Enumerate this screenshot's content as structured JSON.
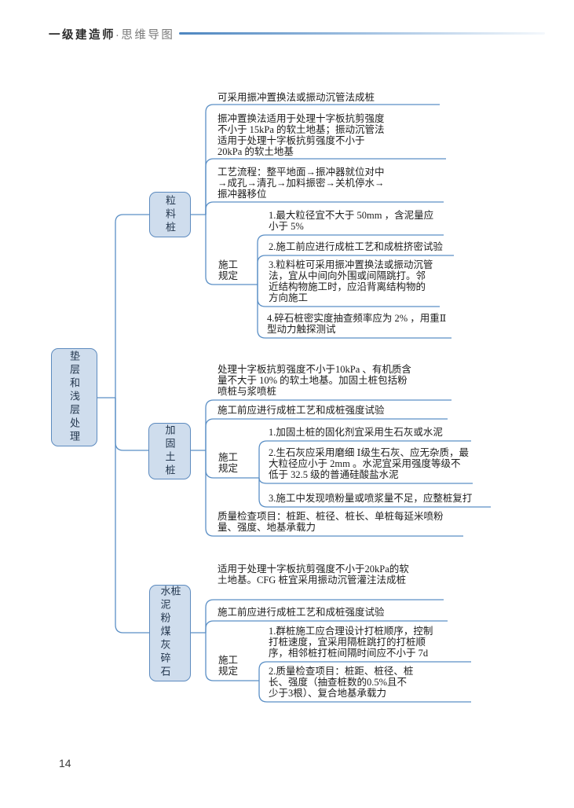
{
  "header": {
    "title_main": "一级建造师",
    "title_sub": "·思维导图"
  },
  "footer": {
    "page_number": "14"
  },
  "colors": {
    "node_fill": "#cfdded",
    "node_border": "#5d8bbf",
    "connector_line": "#5b8fc5",
    "header_rule": "#4d86c0",
    "text": "#1c1c1c"
  },
  "mindmap": {
    "root": "垫层和浅层处理",
    "branches": [
      {
        "label": "粒料桩",
        "notes": [
          "可采用振冲置换法或振动沉管法成桩",
          "振冲置换法适用于处理十字板抗剪强度不小于 15kPa 的软土地基；振动沉管法适用于处理十字板抗剪强度不小于 20kPa 的软土地基",
          "工艺流程：整平地面→振冲器就位对中→成孔→清孔→加料振密→关机停水→振冲器移位"
        ],
        "rules_label": "施工规定",
        "rules": [
          "1.最大粒径宜不大于 50mm ，含泥量应小于 5%",
          "2.施工前应进行成桩工艺和成桩挤密试验",
          "3.粒料桩可采用振冲置换法或振动沉管法，宜从中间向外围或间隔跳打。邻近结构物施工时，应沿背离结构物的方向施工",
          "4.碎石桩密实度抽查频率应为 2% ，用重Ⅱ型动力触探测试"
        ]
      },
      {
        "label": "加固土桩",
        "notes": [
          "处理十字板抗剪强度不小于10kPa 、有机质含量不大于 10% 的软土地基。加固土桩包括粉喷桩与浆喷桩",
          "施工前应进行成桩工艺和成桩强度试验"
        ],
        "rules_label": "施工规定",
        "rules": [
          "1.加固土桩的固化剂宜采用生石灰或水泥",
          "2.生石灰应采用磨细 Ⅰ级生石灰、应无杂质，最大粒径应小于 2mm 。水泥宜采用强度等级不低于 32.5 级的普通硅酸盐水泥",
          "3.施工中发现喷粉量或喷浆量不足，应整桩复打"
        ],
        "quality_note": "质量检查项目：桩距、桩径、桩长、单桩每延米喷粉量、强度、地基承载力"
      },
      {
        "label": "水泥粉煤灰碎石桩",
        "notes": [
          "适用于处理十字板抗剪强度不小于20kPa的软土地基。CFG 桩宜采用振动沉管灌注法成桩",
          "施工前应进行成桩工艺和成桩强度试验"
        ],
        "rules_label": "施工规定",
        "rules": [
          "1.群桩施工应合理设计打桩顺序，控制打桩速度，宜采用隔桩跳打的打桩顺序，相邻桩打桩间隔时间应不小于 7d",
          "2.质量检查项目：桩距、桩径、桩长、强度（抽查桩数的0.5%且不少于3根）、复合地基承载力"
        ]
      }
    ]
  }
}
